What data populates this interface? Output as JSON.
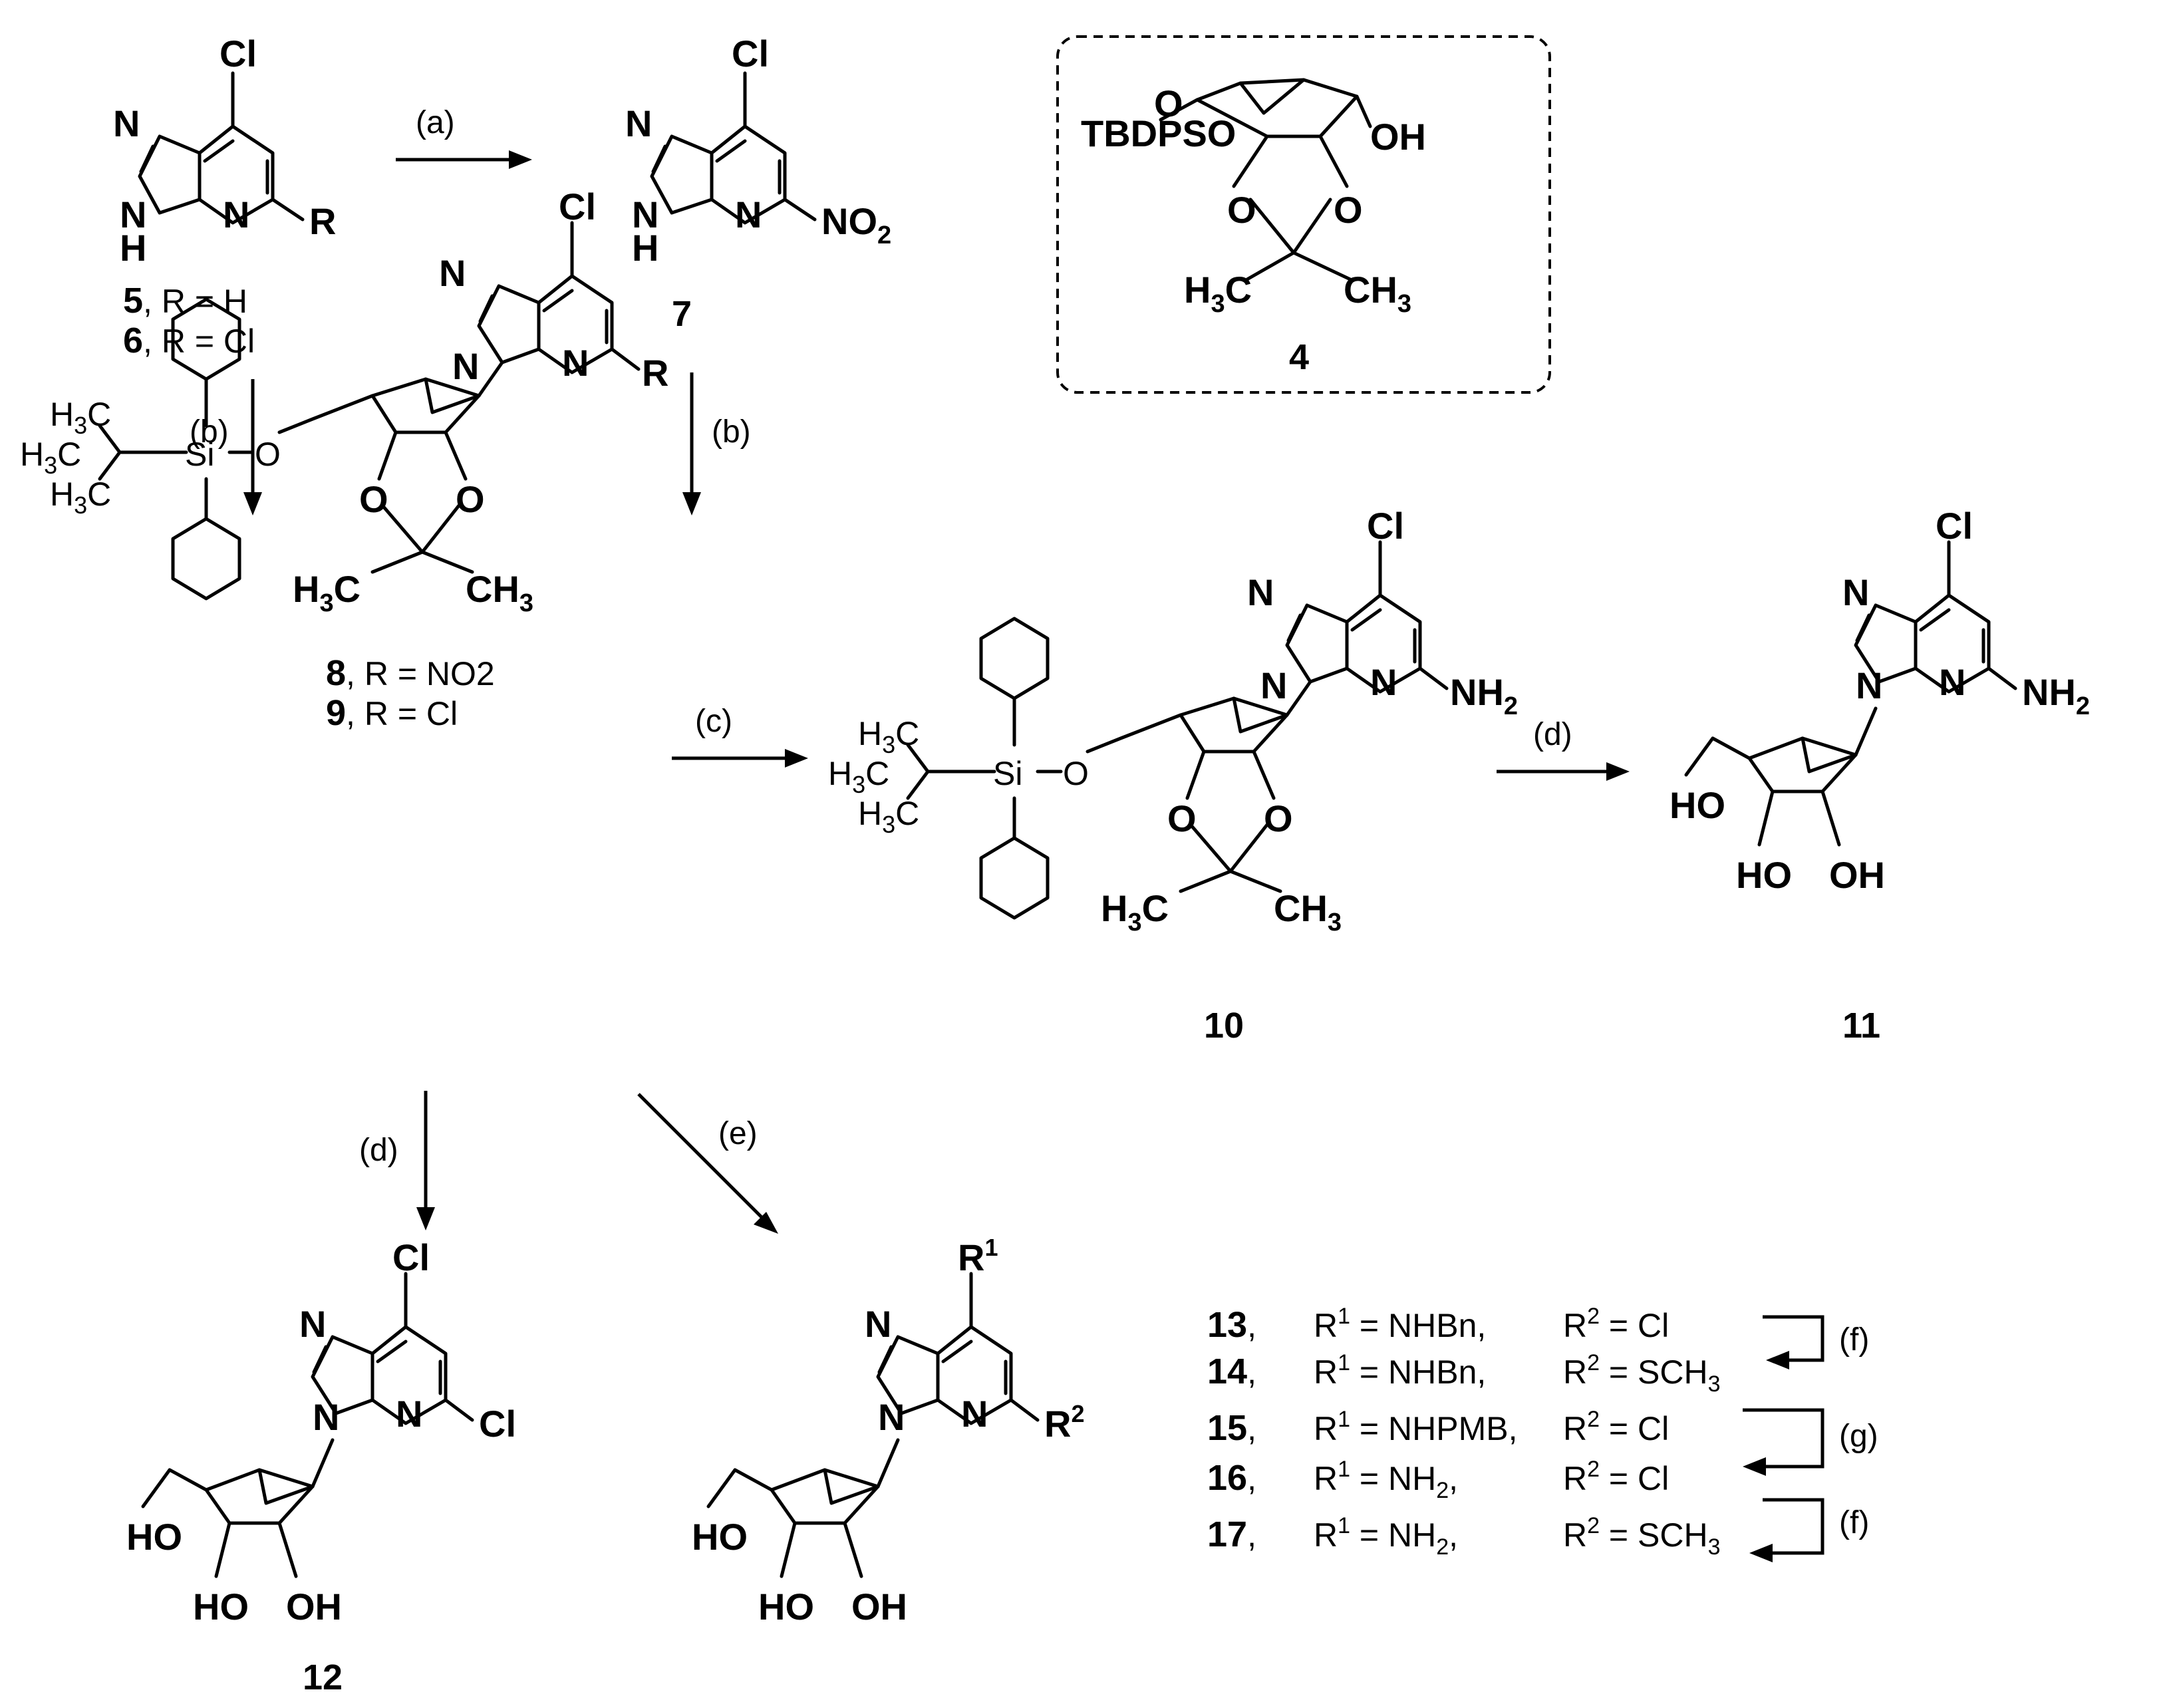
{
  "atoms": {
    "cl": "Cl",
    "n": "N",
    "nh_h": "H",
    "r": "R",
    "nh2": "NH2",
    "no2": "NO2",
    "oh": "OH",
    "ho": "HO",
    "o": "O",
    "h3c": "H3C",
    "ch3": "CH3",
    "si": "Si",
    "tbdpso": "TBDPSO",
    "r1": "R1",
    "r2": "R2"
  },
  "compounds": {
    "c5": "5",
    "c6": "6",
    "c7": "7",
    "c4": "4",
    "c8": "8",
    "c9": "9",
    "c10": "10",
    "c11": "11",
    "c12": "12",
    "c13": "13",
    "c14": "14",
    "c15": "15",
    "c16": "16",
    "c17": "17"
  },
  "labels": {
    "c5_rest": ", R = H",
    "c6_rest": ", R = Cl",
    "c8_rest": ", R = NO2",
    "c9_rest": ", R = Cl"
  },
  "reagents": {
    "a": "(a)",
    "b1": "(b)",
    "b2": "(b)",
    "c": "(c)",
    "d1": "(d)",
    "d2": "(d)",
    "e": "(e)",
    "f1": "(f)",
    "g": "(g)",
    "f2": "(f)"
  },
  "table": [
    {
      "num": "13",
      "r1": "R1 = NHBn,",
      "r2": "R2 = Cl"
    },
    {
      "num": "14",
      "r1": "R1 = NHBn,",
      "r2": "R2 = SCH3"
    },
    {
      "num": "15",
      "r1": "R1 = NHPMB,",
      "r2": "R2 = Cl"
    },
    {
      "num": "16",
      "r1": "R1 = NH2,",
      "r2": "R2 = Cl"
    },
    {
      "num": "17",
      "r1": "R1 = NH2,",
      "r2": "R2 = SCH3"
    }
  ]
}
